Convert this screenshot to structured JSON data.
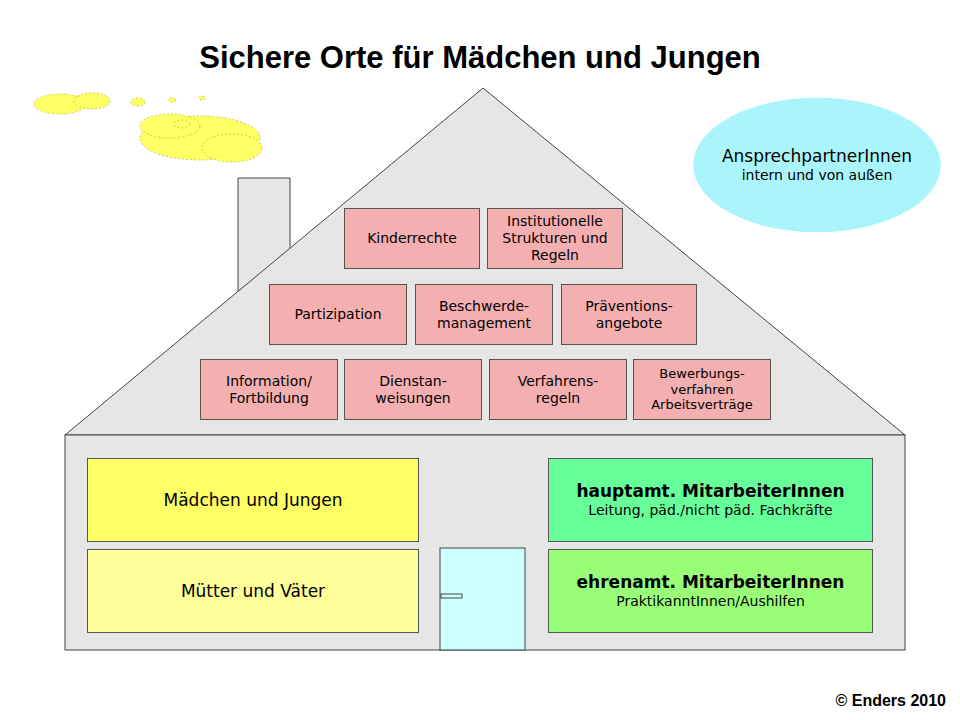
{
  "diagram": {
    "title": "Sichere Orte für Mädchen und Jungen",
    "nodes": [
      {
        "text": [
          "AnsprechpartnerInnen",
          "intern und von außen"
        ]
      },
      {
        "text": [
          "Kinderrechte"
        ]
      },
      {
        "text": [
          "Institutionelle Strukturen und Regeln"
        ]
      },
      {
        "text": [
          "Partizipation"
        ]
      },
      {
        "text": [
          "Beschwerde- management"
        ]
      },
      {
        "text": [
          "Präventions- angebote"
        ]
      },
      {
        "text": [
          "Information/ Fortbildung"
        ]
      },
      {
        "text": [
          "Dienstan- weisungen"
        ]
      },
      {
        "text": [
          "Verfahrens- regeln"
        ]
      },
      {
        "text": [
          "Bewerbungs- verfahren Arbeitsverträge"
        ]
      },
      {
        "text": [
          "Mädchen und Jungen"
        ]
      },
      {
        "text": [
          "hauptamt. MitarbeiterInnen",
          "Leitung, päd./nicht päd. Fachkräfte"
        ]
      },
      {
        "text": [
          "Mütter und Väter"
        ]
      },
      {
        "text": [
          "ehrenamt. MitarbeiterInnen",
          "PraktikanntInnen/Aushilfen"
        ]
      }
    ],
    "labels": [
      "© Enders 2010"
    ]
  }
}
